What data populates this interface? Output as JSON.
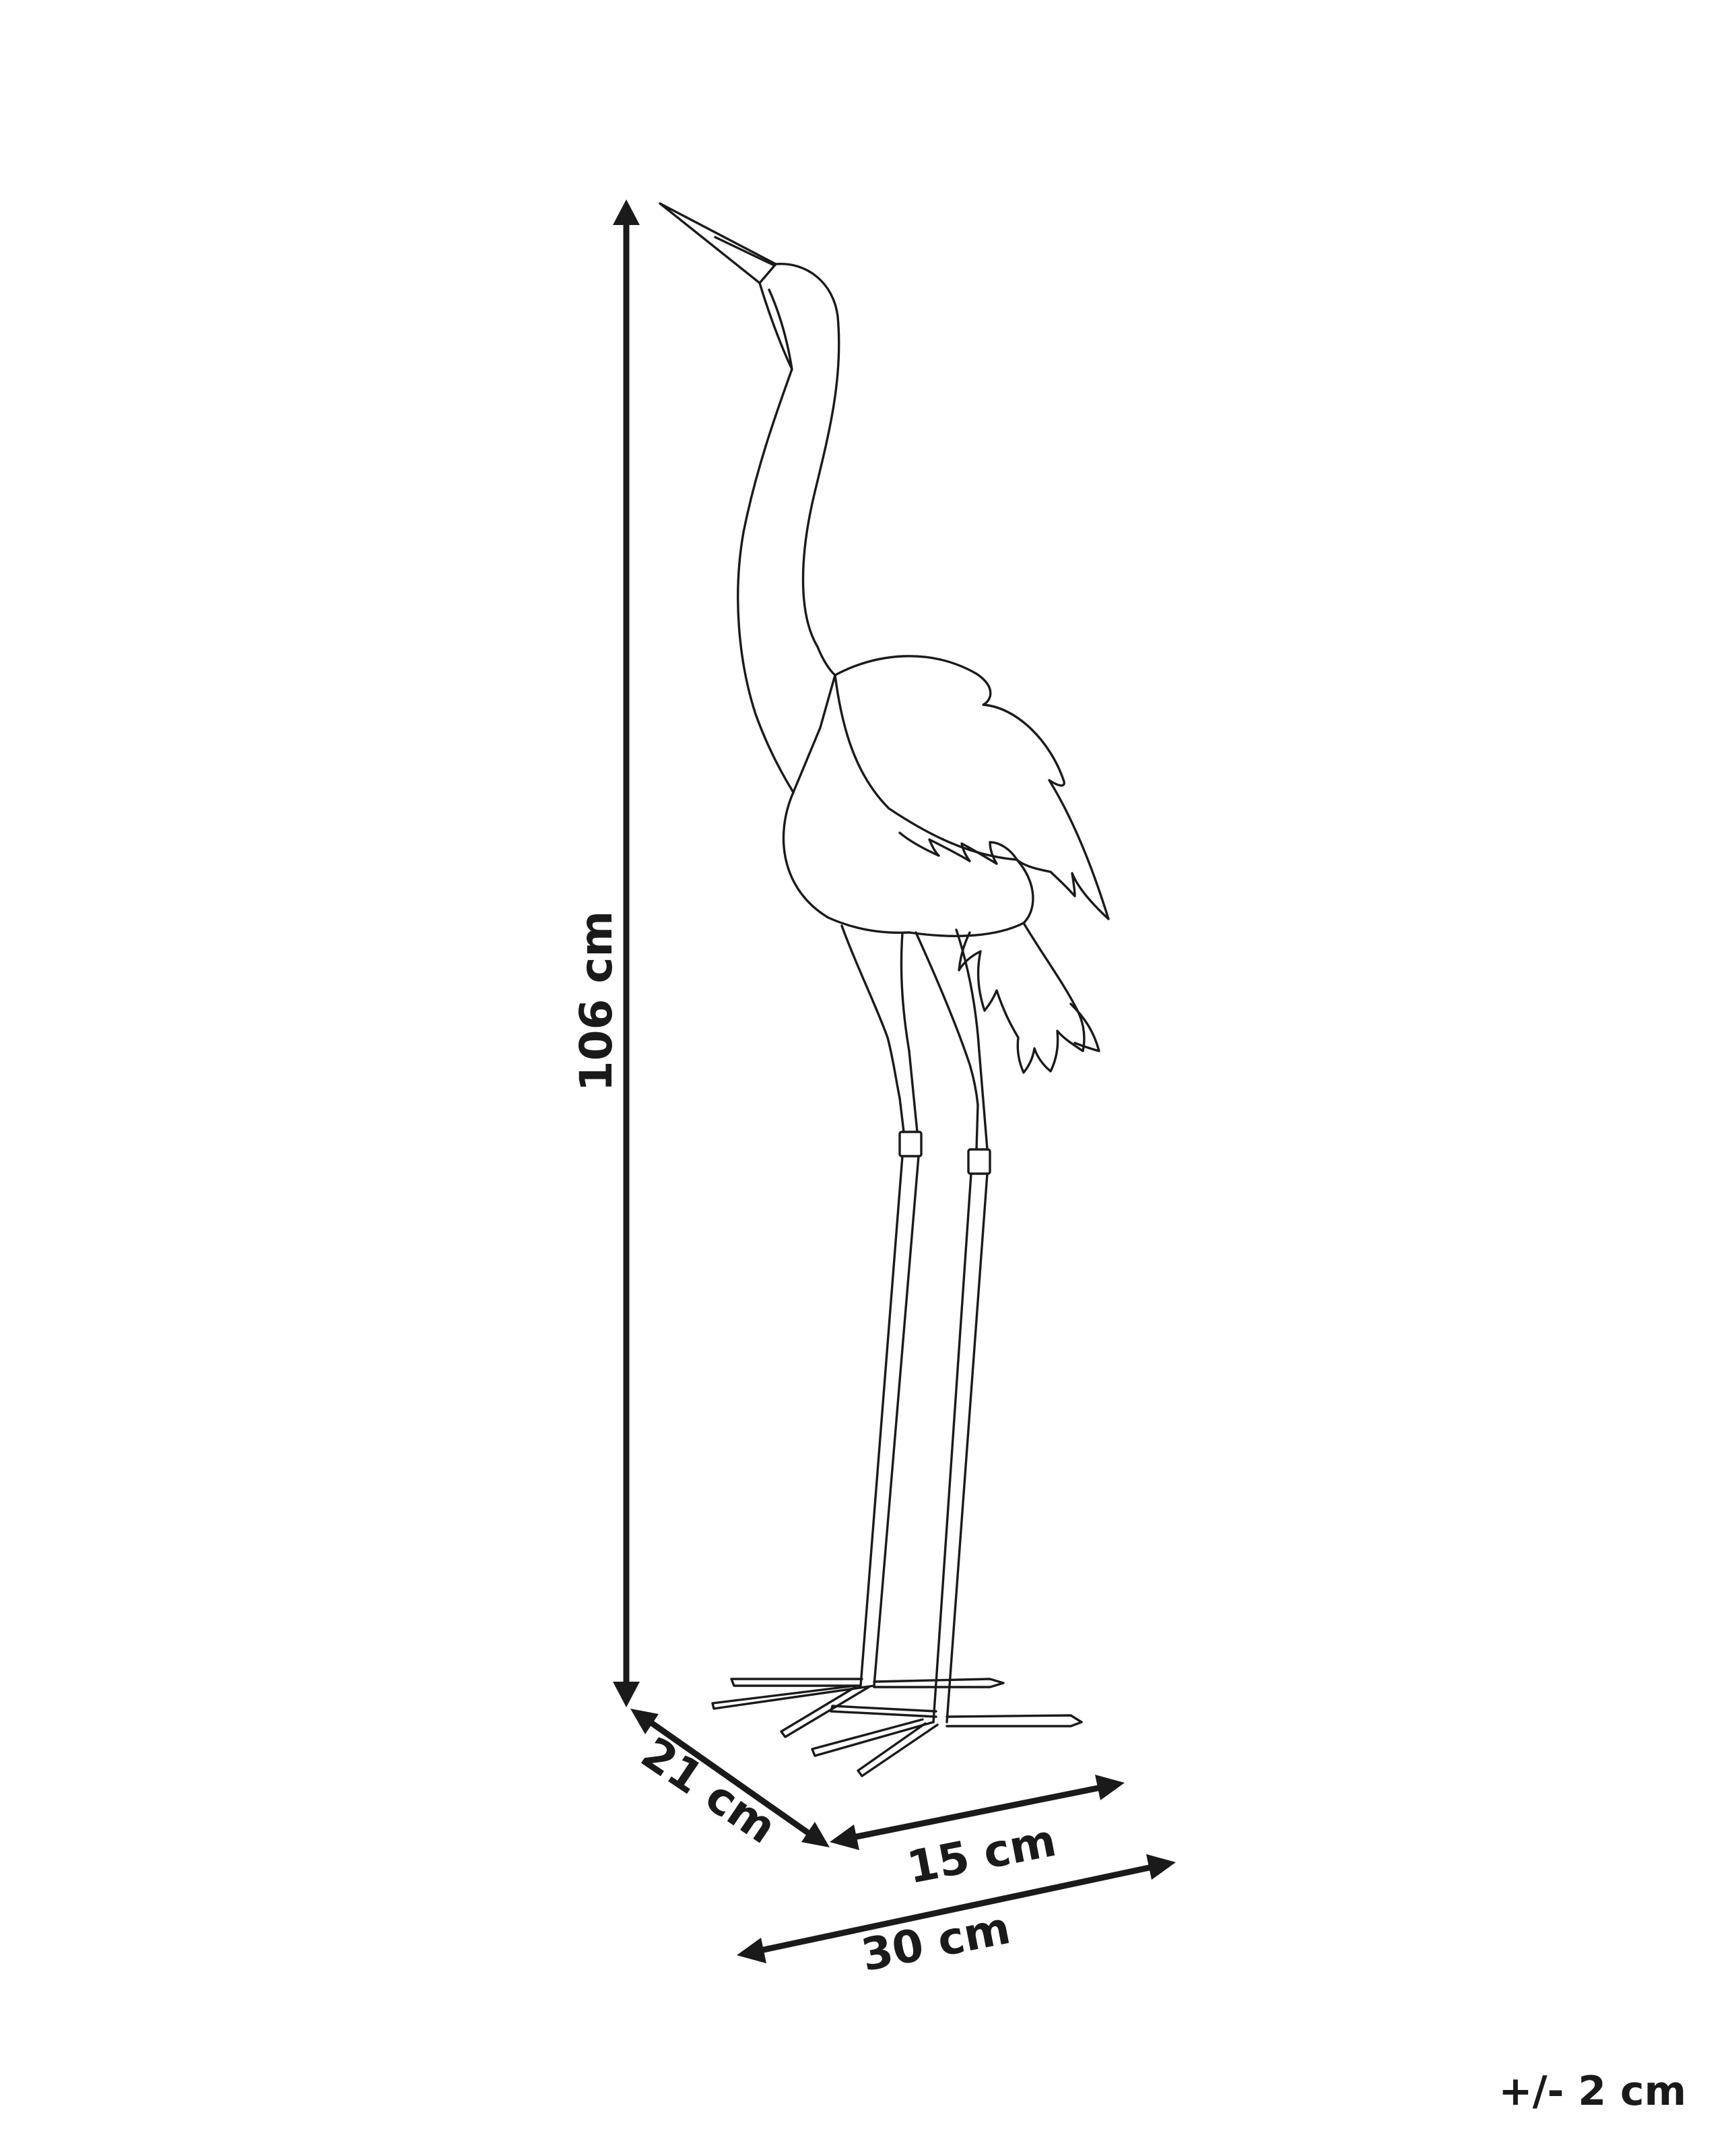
{
  "dimensions": {
    "height": "106 cm",
    "depth": "21 cm",
    "inner_width": "15 cm",
    "width": "30 cm"
  },
  "tolerance": "+/- 2 cm"
}
